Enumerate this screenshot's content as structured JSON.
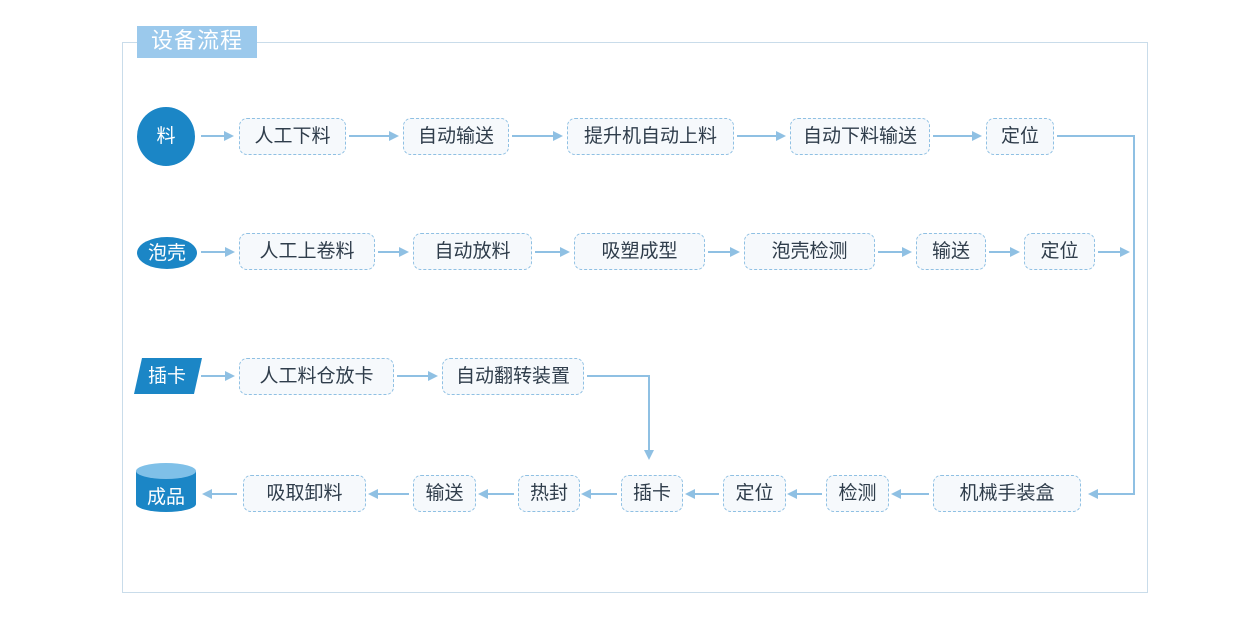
{
  "title": "设备流程",
  "colors": {
    "accent": "#1b86c6",
    "arrow": "#8fc0e3",
    "title_bg": "#9bc9ec",
    "frame": "#c9dcea"
  },
  "sources": {
    "liao": "料",
    "paoke": "泡壳",
    "chaka": "插卡",
    "chengpin": "成品"
  },
  "row1": [
    "人工下料",
    "自动输送",
    "提升机自动上料",
    "自动下料输送",
    "定位"
  ],
  "row2": [
    "人工上卷料",
    "自动放料",
    "吸塑成型",
    "泡壳检测",
    "输送",
    "定位"
  ],
  "row3": [
    "人工料仓放卡",
    "自动翻转装置"
  ],
  "row4": [
    "吸取卸料",
    "输送",
    "热封",
    "插卡",
    "定位",
    "检测",
    "机械手装盒"
  ]
}
